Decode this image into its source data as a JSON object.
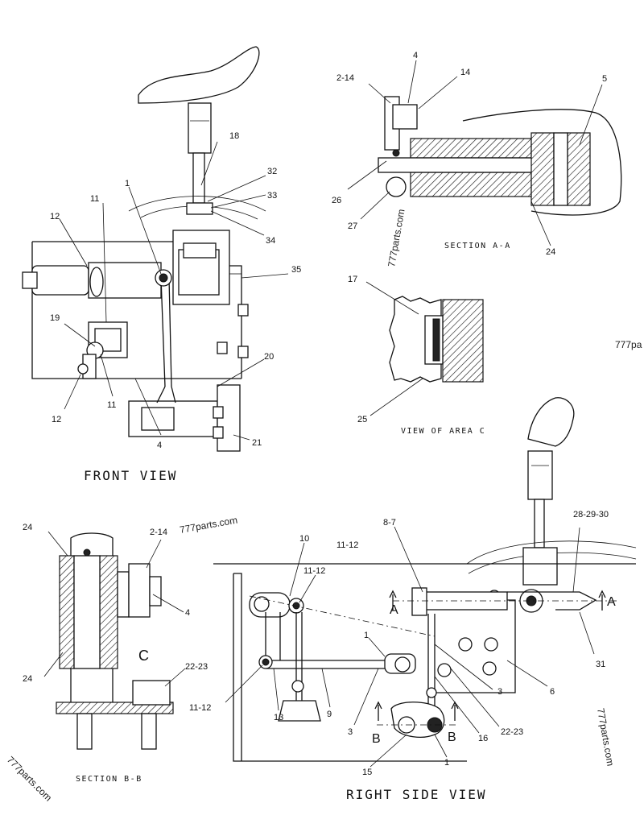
{
  "views": {
    "front": "FRONT VIEW",
    "right_side": "RIGHT SIDE VIEW",
    "section_aa": "SECTION A-A",
    "section_bb": "SECTION B-B",
    "area_c": "VIEW OF AREA C"
  },
  "watermarks": [
    "777parts.com",
    "777pa",
    "777parts.com",
    "777parts.com",
    "777parts.com"
  ],
  "callouts": {
    "front": [
      "18",
      "32",
      "33",
      "34",
      "1",
      "11",
      "12",
      "35",
      "19",
      "20",
      "11",
      "12",
      "4",
      "21"
    ],
    "section_aa": [
      "4",
      "2-14",
      "14",
      "5",
      "26",
      "27",
      "24"
    ],
    "area_c": [
      "17",
      "25"
    ],
    "section_bb": [
      "24",
      "2-14",
      "4",
      "C",
      "24",
      "22-23"
    ],
    "right_side": [
      "8-7",
      "28-29-30",
      "10",
      "11-12",
      "11-12",
      "A",
      "A",
      "1",
      "31",
      "6",
      "3",
      "11-12",
      "13",
      "9",
      "3",
      "16",
      "22-23",
      "B",
      "B",
      "15",
      "1"
    ]
  }
}
